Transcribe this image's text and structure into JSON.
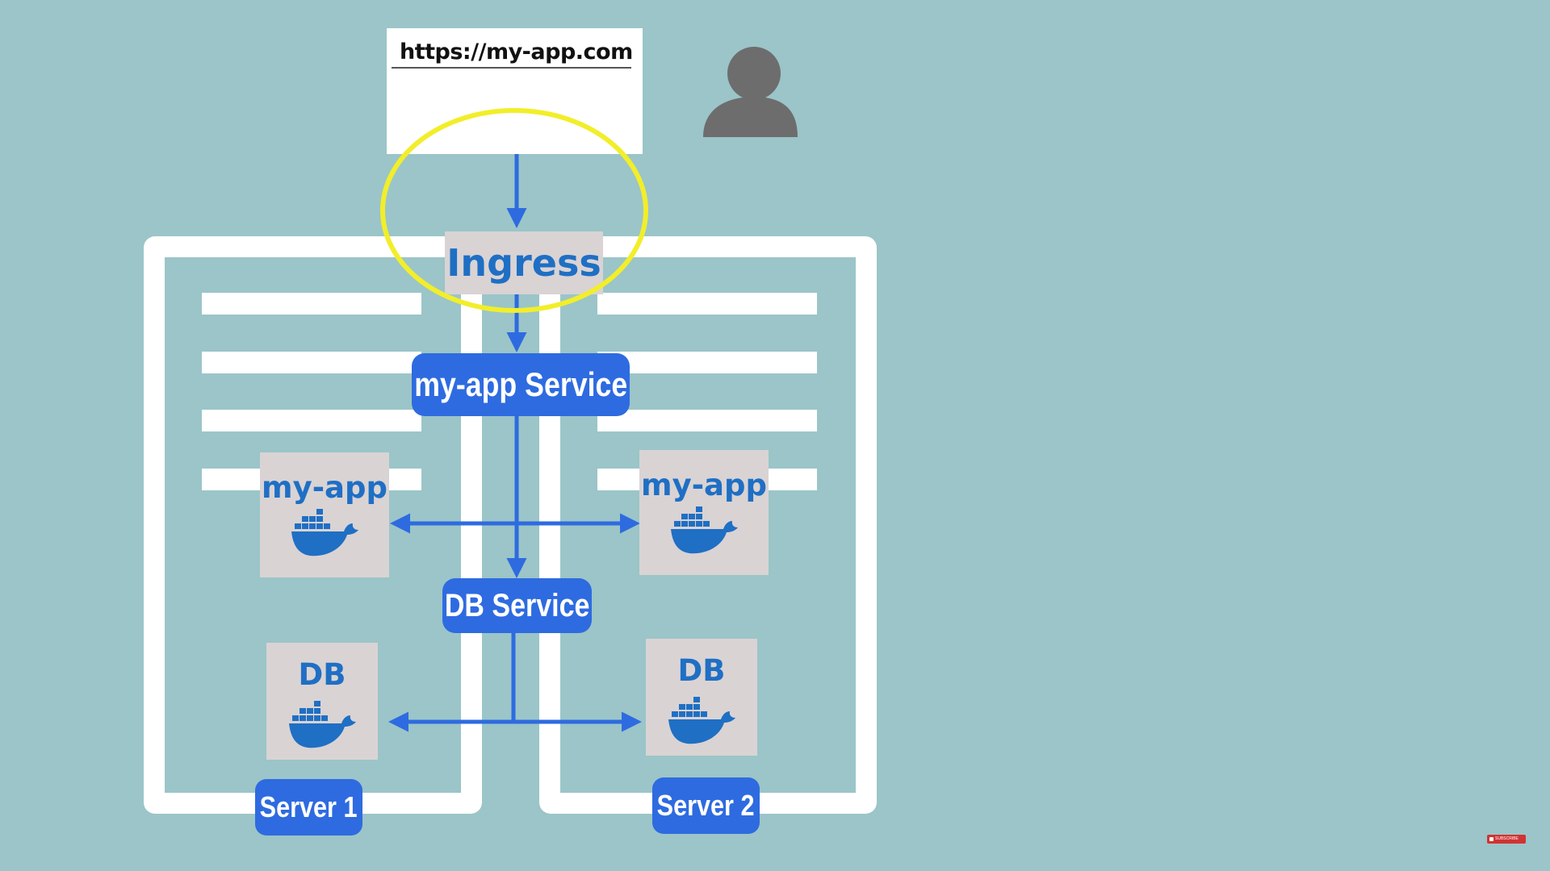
{
  "url_bar": {
    "text": "https://my-app.com"
  },
  "ingress": {
    "label": "Ingress"
  },
  "services": {
    "app_service": "my-app Service",
    "db_service": "DB Service"
  },
  "pods": {
    "app_left": "my-app",
    "app_right": "my-app",
    "db_left": "DB",
    "db_right": "DB"
  },
  "servers": {
    "server1": "Server 1",
    "server2": "Server 2"
  },
  "badge": {
    "text": "SUBSCRIBE"
  },
  "colors": {
    "background": "#9bc5c8",
    "pill_blue": "#2e6be0",
    "label_blue": "#1f6fc4",
    "component_gray": "#d9d3d4",
    "highlight_yellow": "#f2ee2a",
    "user_gray": "#6d6d6d"
  },
  "icons": {
    "user": "user-silhouette-icon",
    "docker": "docker-whale-icon",
    "highlight": "highlight-ellipse"
  }
}
